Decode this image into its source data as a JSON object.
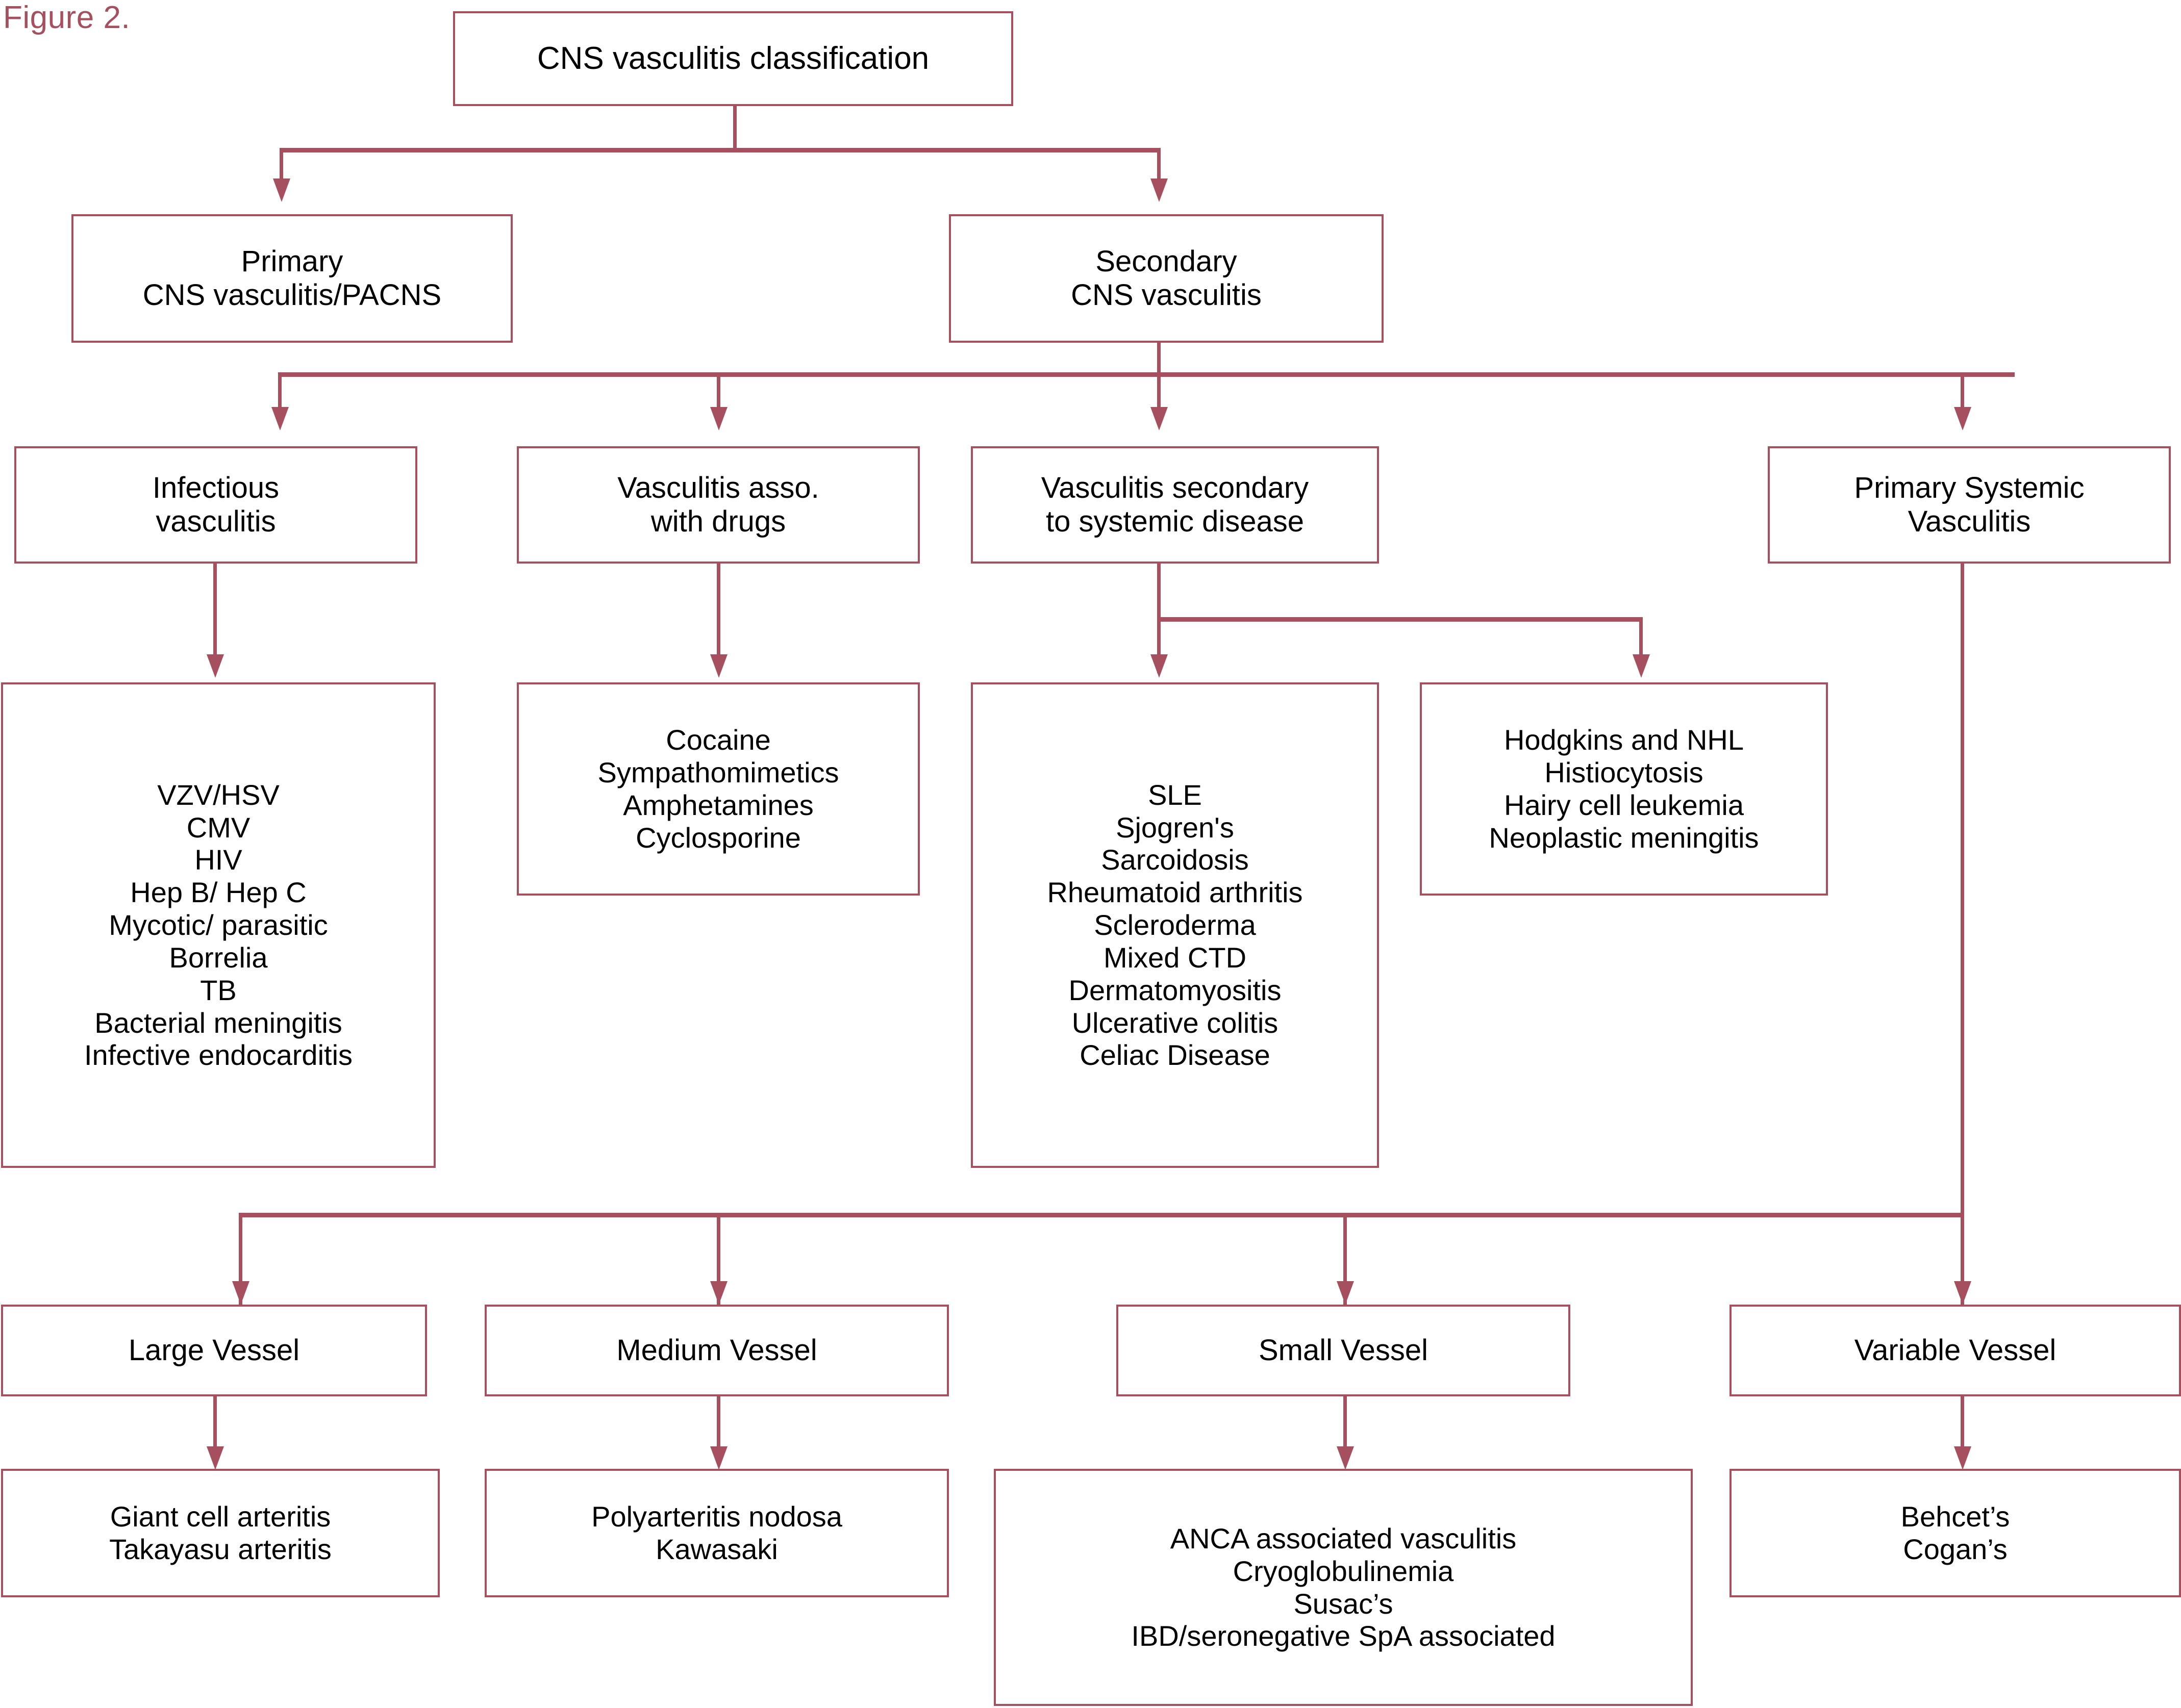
{
  "figure": {
    "label": "Figure 2."
  },
  "colors": {
    "accent": "#a6505f",
    "text": "#000000",
    "background": "#ffffff"
  },
  "nodes": {
    "root": {
      "lines": [
        "CNS vasculitis classification"
      ]
    },
    "primary": {
      "lines": [
        "Primary",
        "CNS vasculitis/PACNS"
      ]
    },
    "secondary": {
      "lines": [
        "Secondary",
        "CNS vasculitis"
      ]
    },
    "infectious": {
      "lines": [
        "Infectious",
        "vasculitis"
      ]
    },
    "drugs": {
      "lines": [
        "Vasculitis asso.",
        "with drugs"
      ]
    },
    "systemic": {
      "lines": [
        "Vasculitis secondary",
        "to systemic disease"
      ]
    },
    "primary_systemic": {
      "lines": [
        "Primary Systemic",
        "Vasculitis"
      ]
    },
    "infectious_list": {
      "lines": [
        "VZV/HSV",
        "CMV",
        "HIV",
        "Hep B/ Hep C",
        "Mycotic/ parasitic",
        "Borrelia",
        "TB",
        "Bacterial meningitis",
        "Infective endocarditis"
      ]
    },
    "drugs_list": {
      "lines": [
        "Cocaine",
        "Sympathomimetics",
        "Amphetamines",
        "Cyclosporine"
      ]
    },
    "systemic_list": {
      "lines": [
        "SLE",
        "Sjogren's",
        "Sarcoidosis",
        "Rheumatoid arthritis",
        "Scleroderma",
        "Mixed CTD",
        "Dermatomyositis",
        "Ulcerative colitis",
        "Celiac Disease"
      ]
    },
    "neoplastic_list": {
      "lines": [
        "Hodgkins and NHL",
        "Histiocytosis",
        "Hairy cell leukemia",
        "Neoplastic meningitis"
      ]
    },
    "large_vessel": {
      "lines": [
        "Large Vessel"
      ]
    },
    "medium_vessel": {
      "lines": [
        "Medium Vessel"
      ]
    },
    "small_vessel": {
      "lines": [
        "Small Vessel"
      ]
    },
    "variable_vessel": {
      "lines": [
        "Variable Vessel"
      ]
    },
    "large_vessel_list": {
      "lines": [
        "Giant cell arteritis",
        "Takayasu arteritis"
      ]
    },
    "medium_vessel_list": {
      "lines": [
        "Polyarteritis nodosa",
        "Kawasaki"
      ]
    },
    "small_vessel_list": {
      "lines": [
        "ANCA associated vasculitis",
        "Cryoglobulinemia",
        "Susac’s",
        "IBD/seronegative SpA associated"
      ]
    },
    "variable_vessel_list": {
      "lines": [
        "Behcet’s",
        "Cogan’s"
      ]
    }
  }
}
